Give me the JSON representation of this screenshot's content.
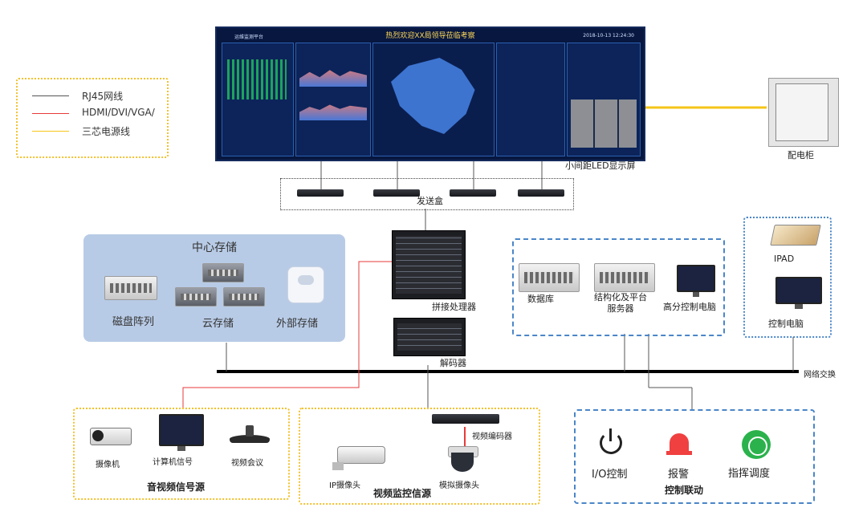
{
  "legend": {
    "items": [
      {
        "label": "RJ45网线",
        "color": "#555555"
      },
      {
        "label": "HDMI/DVI/VGA/",
        "color": "#e83a3a"
      },
      {
        "label": "三芯电源线",
        "color": "#f5c518"
      }
    ]
  },
  "screen": {
    "left_title": "运维监测平台",
    "title": "热烈欢迎XX局领导莅临考察",
    "date": "2018-10-13 12:24:30",
    "caption": "小间距LED显示屏"
  },
  "sender": {
    "label": "发送盒"
  },
  "power_cabinet": {
    "label": "配电柜"
  },
  "storage": {
    "title": "中心存储",
    "items": [
      "磁盘阵列",
      "云存储",
      "外部存储"
    ]
  },
  "splicer": {
    "label": "拼接处理器"
  },
  "decoder": {
    "label": "解码器"
  },
  "servers": {
    "items": [
      "数据库",
      "结构化及平台\n服务器",
      "高分控制电脑"
    ]
  },
  "mobile": {
    "items": [
      "IPAD",
      "控制电脑"
    ]
  },
  "network": {
    "label": "网络交换"
  },
  "av_sources": {
    "title": "音视频信号源",
    "items": [
      "摄像机",
      "计算机信号",
      "视频会议"
    ]
  },
  "video_sources": {
    "title": "视频监控信源",
    "items": [
      "视频编码器",
      "IP摄像头",
      "模拟摄像头"
    ]
  },
  "control": {
    "title": "控制联动",
    "items": [
      "I/O控制",
      "报警",
      "指挥调度"
    ]
  }
}
